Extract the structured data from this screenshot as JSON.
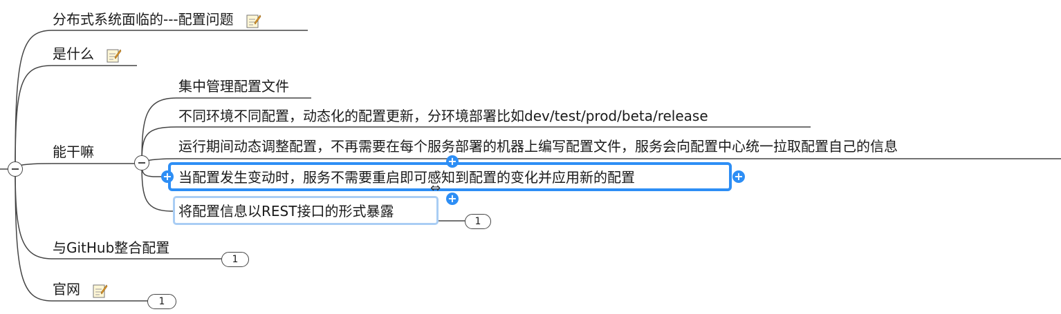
{
  "root": {
    "children": [
      {
        "label": "分布式系统面临的---配置问题",
        "has_note": true
      },
      {
        "label": "是什么",
        "has_note": true
      },
      {
        "label": "能干嘛",
        "children": [
          {
            "label": "集中管理配置文件"
          },
          {
            "label": "不同环境不同配置，动态化的配置更新，分环境部署比如dev/test/prod/beta/release"
          },
          {
            "label": "运行期间动态调整配置，不再需要在每个服务部署的机器上编写配置文件，服务会向配置中心统一拉取配置自己的信息"
          },
          {
            "label": "当配置发生变动时，服务不需要重启即可感知到配置的变化并应用新的配置",
            "selected": true
          },
          {
            "label": "将配置信息以REST接口的形式暴露",
            "collapsed_count": "1"
          }
        ]
      },
      {
        "label": "与GitHub整合配置",
        "collapsed_count": "1"
      },
      {
        "label": "官网",
        "has_note": true,
        "collapsed_count": "1"
      }
    ]
  },
  "icons": {
    "note": "note-pad-icon",
    "collapse": "collapse-minus-icon",
    "add": "add-topic-plus-icon"
  },
  "colors": {
    "selection": "#2d8ef5",
    "hover": "#a9cdf4",
    "line": "#444444"
  }
}
